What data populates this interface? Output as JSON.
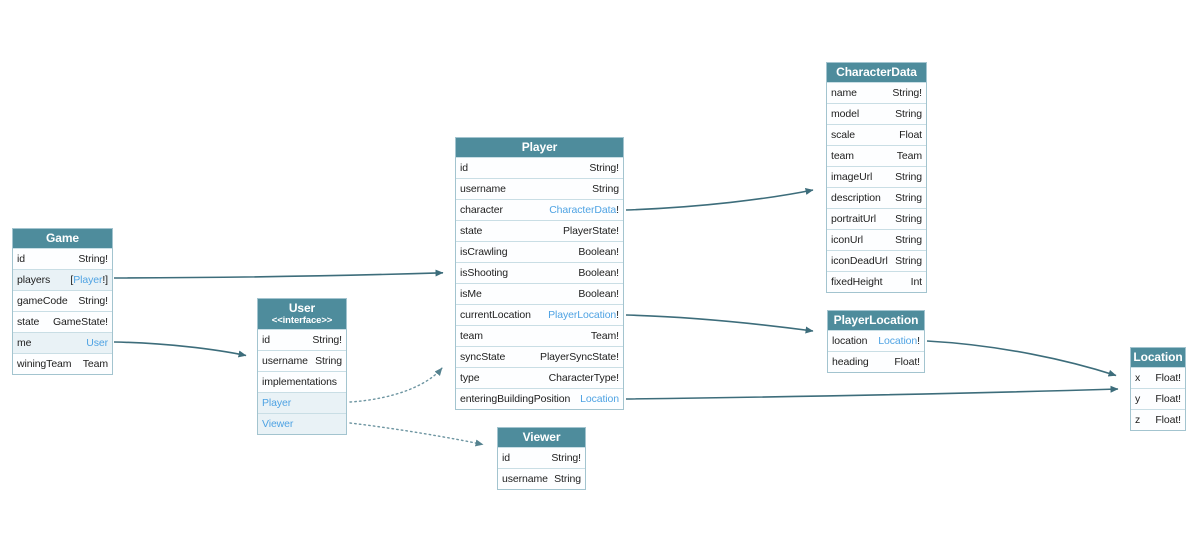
{
  "colors": {
    "header_bg": "#4e8c9c",
    "header_text": "#ffffff",
    "link": "#4fa3e3",
    "text": "#1d1d1d",
    "arrow": "#3d6d7b",
    "arrow_dotted": "#6d95a1",
    "table_border": "#a3c4cf",
    "row_border": "#c9dee5",
    "tint": "#e9f2f6"
  },
  "tables": [
    {
      "key": "game",
      "title": "Game",
      "rows": [
        {
          "name": "id",
          "type": [
            [
              "String!",
              0
            ]
          ]
        },
        {
          "name": "players",
          "tint": true,
          "type": [
            [
              "[",
              0
            ],
            [
              "Player",
              1
            ],
            [
              "!]",
              0
            ]
          ]
        },
        {
          "name": "gameCode",
          "type": [
            [
              "String!",
              0
            ]
          ]
        },
        {
          "name": "state",
          "type": [
            [
              "GameState!",
              0
            ]
          ]
        },
        {
          "name": "me",
          "tint": true,
          "type": [
            [
              "User",
              1
            ]
          ]
        },
        {
          "name": "winingTeam",
          "type": [
            [
              "Team",
              0
            ]
          ]
        }
      ]
    },
    {
      "key": "user",
      "title": "User",
      "subtitle": "<<interface>>",
      "rows": [
        {
          "name": "id",
          "type": [
            [
              "String!",
              0
            ]
          ]
        },
        {
          "name": "username",
          "type": [
            [
              "String",
              0
            ]
          ]
        },
        {
          "name": "implementations",
          "type": []
        },
        {
          "name": "Player",
          "name_link": true,
          "tint": true,
          "type": []
        },
        {
          "name": "Viewer",
          "name_link": true,
          "tint": true,
          "type": []
        }
      ]
    },
    {
      "key": "player",
      "title": "Player",
      "rows": [
        {
          "name": "id",
          "type": [
            [
              "String!",
              0
            ]
          ]
        },
        {
          "name": "username",
          "type": [
            [
              "String",
              0
            ]
          ]
        },
        {
          "name": "character",
          "type": [
            [
              "CharacterData",
              1
            ],
            [
              "!",
              0
            ]
          ]
        },
        {
          "name": "state",
          "type": [
            [
              "PlayerState!",
              0
            ]
          ]
        },
        {
          "name": "isCrawling",
          "type": [
            [
              "Boolean!",
              0
            ]
          ]
        },
        {
          "name": "isShooting",
          "type": [
            [
              "Boolean!",
              0
            ]
          ]
        },
        {
          "name": "isMe",
          "type": [
            [
              "Boolean!",
              0
            ]
          ]
        },
        {
          "name": "currentLocation",
          "type": [
            [
              "PlayerLocation",
              1
            ],
            [
              "!",
              0
            ]
          ]
        },
        {
          "name": "team",
          "type": [
            [
              "Team!",
              0
            ]
          ]
        },
        {
          "name": "syncState",
          "type": [
            [
              "PlayerSyncState!",
              0
            ]
          ]
        },
        {
          "name": "type",
          "type": [
            [
              "CharacterType!",
              0
            ]
          ]
        },
        {
          "name": "enteringBuildingPosition",
          "type": [
            [
              "Location",
              1
            ]
          ]
        }
      ]
    },
    {
      "key": "viewer",
      "title": "Viewer",
      "rows": [
        {
          "name": "id",
          "type": [
            [
              "String!",
              0
            ]
          ]
        },
        {
          "name": "username",
          "type": [
            [
              "String",
              0
            ]
          ]
        }
      ]
    },
    {
      "key": "characterdata",
      "title": "CharacterData",
      "rows": [
        {
          "name": "name",
          "type": [
            [
              "String!",
              0
            ]
          ]
        },
        {
          "name": "model",
          "type": [
            [
              "String",
              0
            ]
          ]
        },
        {
          "name": "scale",
          "type": [
            [
              "Float",
              0
            ]
          ]
        },
        {
          "name": "team",
          "type": [
            [
              "Team",
              0
            ]
          ]
        },
        {
          "name": "imageUrl",
          "type": [
            [
              "String",
              0
            ]
          ]
        },
        {
          "name": "description",
          "type": [
            [
              "String",
              0
            ]
          ]
        },
        {
          "name": "portraitUrl",
          "type": [
            [
              "String",
              0
            ]
          ]
        },
        {
          "name": "iconUrl",
          "type": [
            [
              "String",
              0
            ]
          ]
        },
        {
          "name": "iconDeadUrl",
          "type": [
            [
              "String",
              0
            ]
          ]
        },
        {
          "name": "fixedHeight",
          "type": [
            [
              "Int",
              0
            ]
          ]
        }
      ]
    },
    {
      "key": "playerlocation",
      "title": "PlayerLocation",
      "rows": [
        {
          "name": "location",
          "type": [
            [
              "Location",
              1
            ],
            [
              "!",
              0
            ]
          ]
        },
        {
          "name": "heading",
          "type": [
            [
              "Float!",
              0
            ]
          ]
        }
      ]
    },
    {
      "key": "location",
      "title": "Location",
      "rows": [
        {
          "name": "x",
          "type": [
            [
              "Float!",
              0
            ]
          ]
        },
        {
          "name": "y",
          "type": [
            [
              "Float!",
              0
            ]
          ]
        },
        {
          "name": "z",
          "type": [
            [
              "Float!",
              0
            ]
          ]
        }
      ]
    }
  ],
  "edges": [
    {
      "id": "game-players-to-player",
      "from": "Game.players",
      "to": "Player",
      "style": "solid"
    },
    {
      "id": "game-me-to-user",
      "from": "Game.me",
      "to": "User",
      "style": "solid"
    },
    {
      "id": "user-player-implementation",
      "from": "User.Player",
      "to": "Player",
      "style": "dotted"
    },
    {
      "id": "user-viewer-implementation",
      "from": "User.Viewer",
      "to": "Viewer",
      "style": "dotted"
    },
    {
      "id": "player-character-to-characterdata",
      "from": "Player.character",
      "to": "CharacterData",
      "style": "solid"
    },
    {
      "id": "player-currentlocation-to-playerlocation",
      "from": "Player.currentLocation",
      "to": "PlayerLocation",
      "style": "solid"
    },
    {
      "id": "player-enteringbuildingposition-to-location",
      "from": "Player.enteringBuildingPosition",
      "to": "Location",
      "style": "solid"
    },
    {
      "id": "playerlocation-location-to-location",
      "from": "PlayerLocation.location",
      "to": "Location",
      "style": "solid"
    }
  ]
}
